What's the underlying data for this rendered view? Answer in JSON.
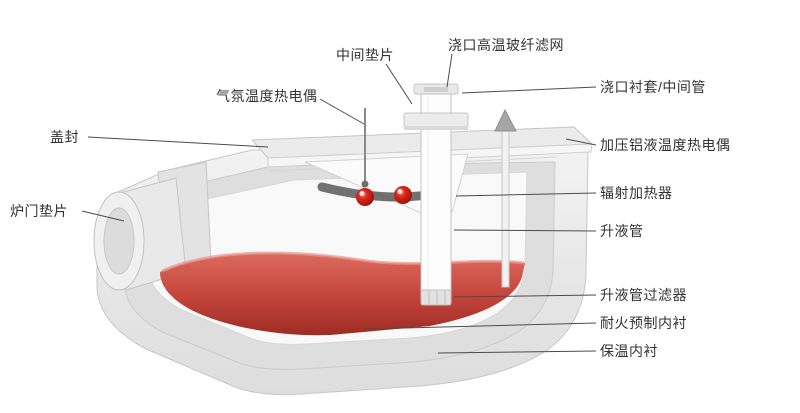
{
  "diagram": {
    "labels": {
      "middle_gasket": "中间垫片",
      "sprue_filter_mesh": "浇口高温玻纤滤网",
      "atmosphere_thermocouple": "气氛温度热电偶",
      "sprue_bushing_middle_tube": "浇口衬套/中间管",
      "cover_seal": "盖封",
      "pressurized_melt_thermocouple": "加压铝液温度热电偶",
      "furnace_door_gasket": "炉门垫片",
      "radiant_heater": "辐射加热器",
      "riser_tube": "升液管",
      "riser_tube_filter": "升液管过滤器",
      "refractory_precast_lining": "耐火预制内衬",
      "insulation_lining": "保温内衬"
    },
    "colors": {
      "molten_metal": "#c2413a",
      "heater_red": "#c41910",
      "leader_line": "#4c4c4c",
      "label_text": "#333333",
      "furnace_shell": "#ebebeb"
    }
  }
}
